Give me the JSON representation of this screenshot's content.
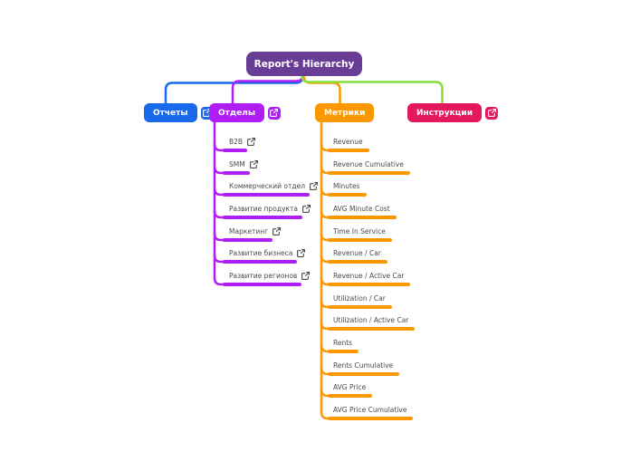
{
  "root": {
    "label": "Report's Hierarchy"
  },
  "branches": [
    {
      "label": "Отчеты",
      "color": "#1969EC",
      "line_color": "#1969EC",
      "link_icon": true,
      "children": []
    },
    {
      "label": "Отделы",
      "color": "#B01EF5",
      "line_color": "#B01EF5",
      "link_icon": true,
      "children": [
        {
          "label": "B2B",
          "link_icon": true
        },
        {
          "label": "SMM",
          "link_icon": true
        },
        {
          "label": "Коммерческий отдел",
          "link_icon": true
        },
        {
          "label": "Развитие продукта",
          "link_icon": true
        },
        {
          "label": "Маркетинг",
          "link_icon": true
        },
        {
          "label": "Развитие бизнеса",
          "link_icon": true
        },
        {
          "label": "Развитие регионов",
          "link_icon": true
        }
      ]
    },
    {
      "label": "Метрики",
      "color": "#FB9800",
      "line_color": "#FB9800",
      "link_icon": false,
      "children": [
        {
          "label": "Revenue",
          "link_icon": false
        },
        {
          "label": "Revenue Cumulative",
          "link_icon": false
        },
        {
          "label": "Minutes",
          "link_icon": false
        },
        {
          "label": "AVG Minute Cost",
          "link_icon": false
        },
        {
          "label": "Time In Service",
          "link_icon": false
        },
        {
          "label": "Revenue / Car",
          "link_icon": false
        },
        {
          "label": "Revenue / Active Car",
          "link_icon": false
        },
        {
          "label": "Utilization / Car",
          "link_icon": false
        },
        {
          "label": "Utilization / Active Car",
          "link_icon": false
        },
        {
          "label": "Rents",
          "link_icon": false
        },
        {
          "label": "Rents Cumulative",
          "link_icon": false
        },
        {
          "label": "AVG Price",
          "link_icon": false
        },
        {
          "label": "AVG Price Cumulative",
          "link_icon": false
        }
      ]
    },
    {
      "label": "Инструкции",
      "color": "#E6185D",
      "line_color": "#86DE3A",
      "link_icon": true,
      "children": []
    }
  ],
  "colors": {
    "background": "#FFFFFF",
    "root_bg": "#693C96",
    "blue": "#1969EC",
    "purple": "#B01EF5",
    "orange": "#FB9800",
    "crimson": "#E6185D",
    "green_line": "#86DE3A",
    "leaf_text": "#4B4B4B",
    "node_text": "#FFFFFF"
  },
  "icons": {
    "external_link": "↗"
  }
}
